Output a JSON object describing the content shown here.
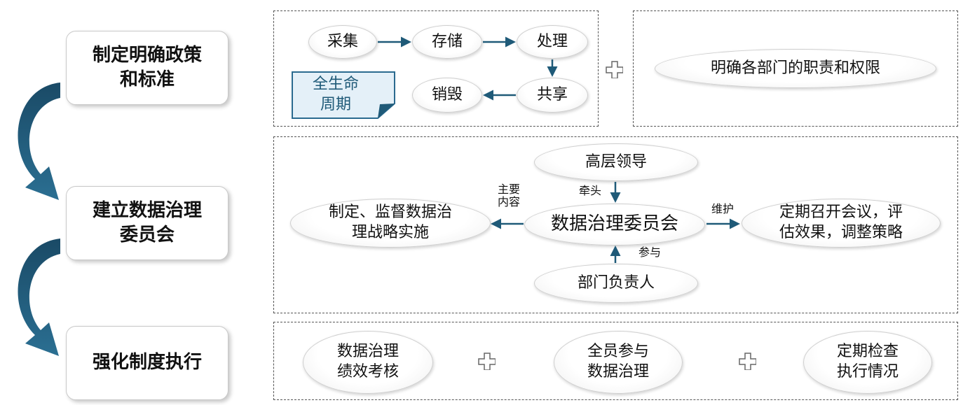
{
  "steps": [
    {
      "label": "制定明确政策\n和标准"
    },
    {
      "label": "建立数据治理\n委员会"
    },
    {
      "label": "强化制度执行"
    }
  ],
  "lifecycle": {
    "collect": "采集",
    "store": "存储",
    "process": "处理",
    "share": "共享",
    "destroy": "销毁",
    "note": "全生命\n周期"
  },
  "responsibilities": "明确各部门的职责和权限",
  "committee": {
    "center": "数据治理委员会",
    "top": "高层领导",
    "top_edge": "牵头",
    "bottom": "部门负责人",
    "bottom_edge": "参与",
    "left": "制定、监督数据治\n理战略实施",
    "left_edge": "主要\n内容",
    "right": "定期召开会议，评\n估效果，调整策略",
    "right_edge": "维护"
  },
  "enforcement": [
    {
      "label": "数据治理\n绩效考核"
    },
    {
      "label": "全员参与\n数据治理"
    },
    {
      "label": "定期检查\n执行情况"
    }
  ],
  "colors": {
    "arrow": "#1f5a78",
    "curve_arrow": "#1d5270",
    "note_bg": "#e4f0f8",
    "note_border": "#2a6a8f"
  }
}
